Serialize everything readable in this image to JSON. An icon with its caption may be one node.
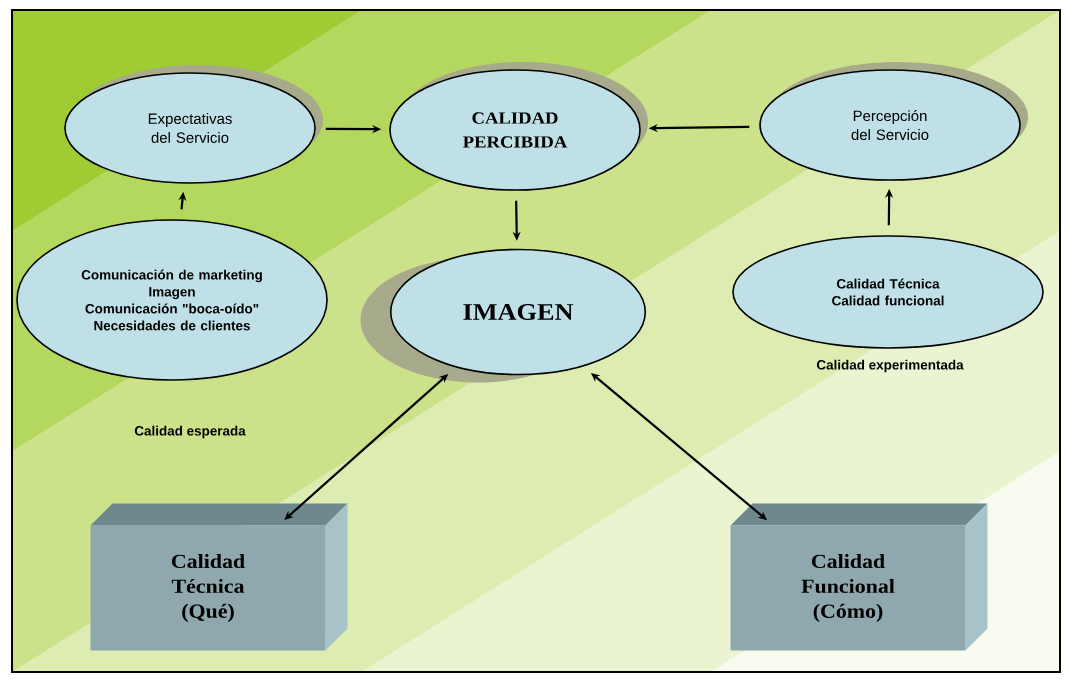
{
  "diagram": {
    "nodes": [
      {
        "text": [
          "Expectativas del Servicio"
        ]
      },
      {
        "text": [
          "CALIDAD PERCIBIDA"
        ]
      },
      {
        "text": [
          "Percepción del Servicio"
        ]
      },
      {
        "text": [
          "Comunicación de marketing",
          "Imagen",
          "Comunicación \"boca-oído\"",
          "Necesidades de clientes"
        ],
        "beside": [
          "Calidad esperada"
        ]
      },
      {
        "text": [
          "IMAGEN"
        ]
      },
      {
        "text": [
          "Calidad Técnica",
          "Calidad funcional"
        ],
        "beside": [
          "Calidad experimentada"
        ]
      },
      {
        "text": [
          "Calidad Técnica (Qué)"
        ]
      },
      {
        "text": [
          "Calidad Funcional (Cómo)"
        ]
      }
    ],
    "edges": [
      {
        "from": 0,
        "to": 1,
        "arrow": "to"
      },
      {
        "from": 2,
        "to": 1,
        "arrow": "to"
      },
      {
        "from": 3,
        "to": 0,
        "arrow": "to"
      },
      {
        "from": 5,
        "to": 2,
        "arrow": "to"
      },
      {
        "from": 1,
        "to": 4,
        "arrow": "to"
      },
      {
        "from": 4,
        "to": 6,
        "arrow": "both"
      },
      {
        "from": 4,
        "to": 7,
        "arrow": "both"
      }
    ]
  }
}
